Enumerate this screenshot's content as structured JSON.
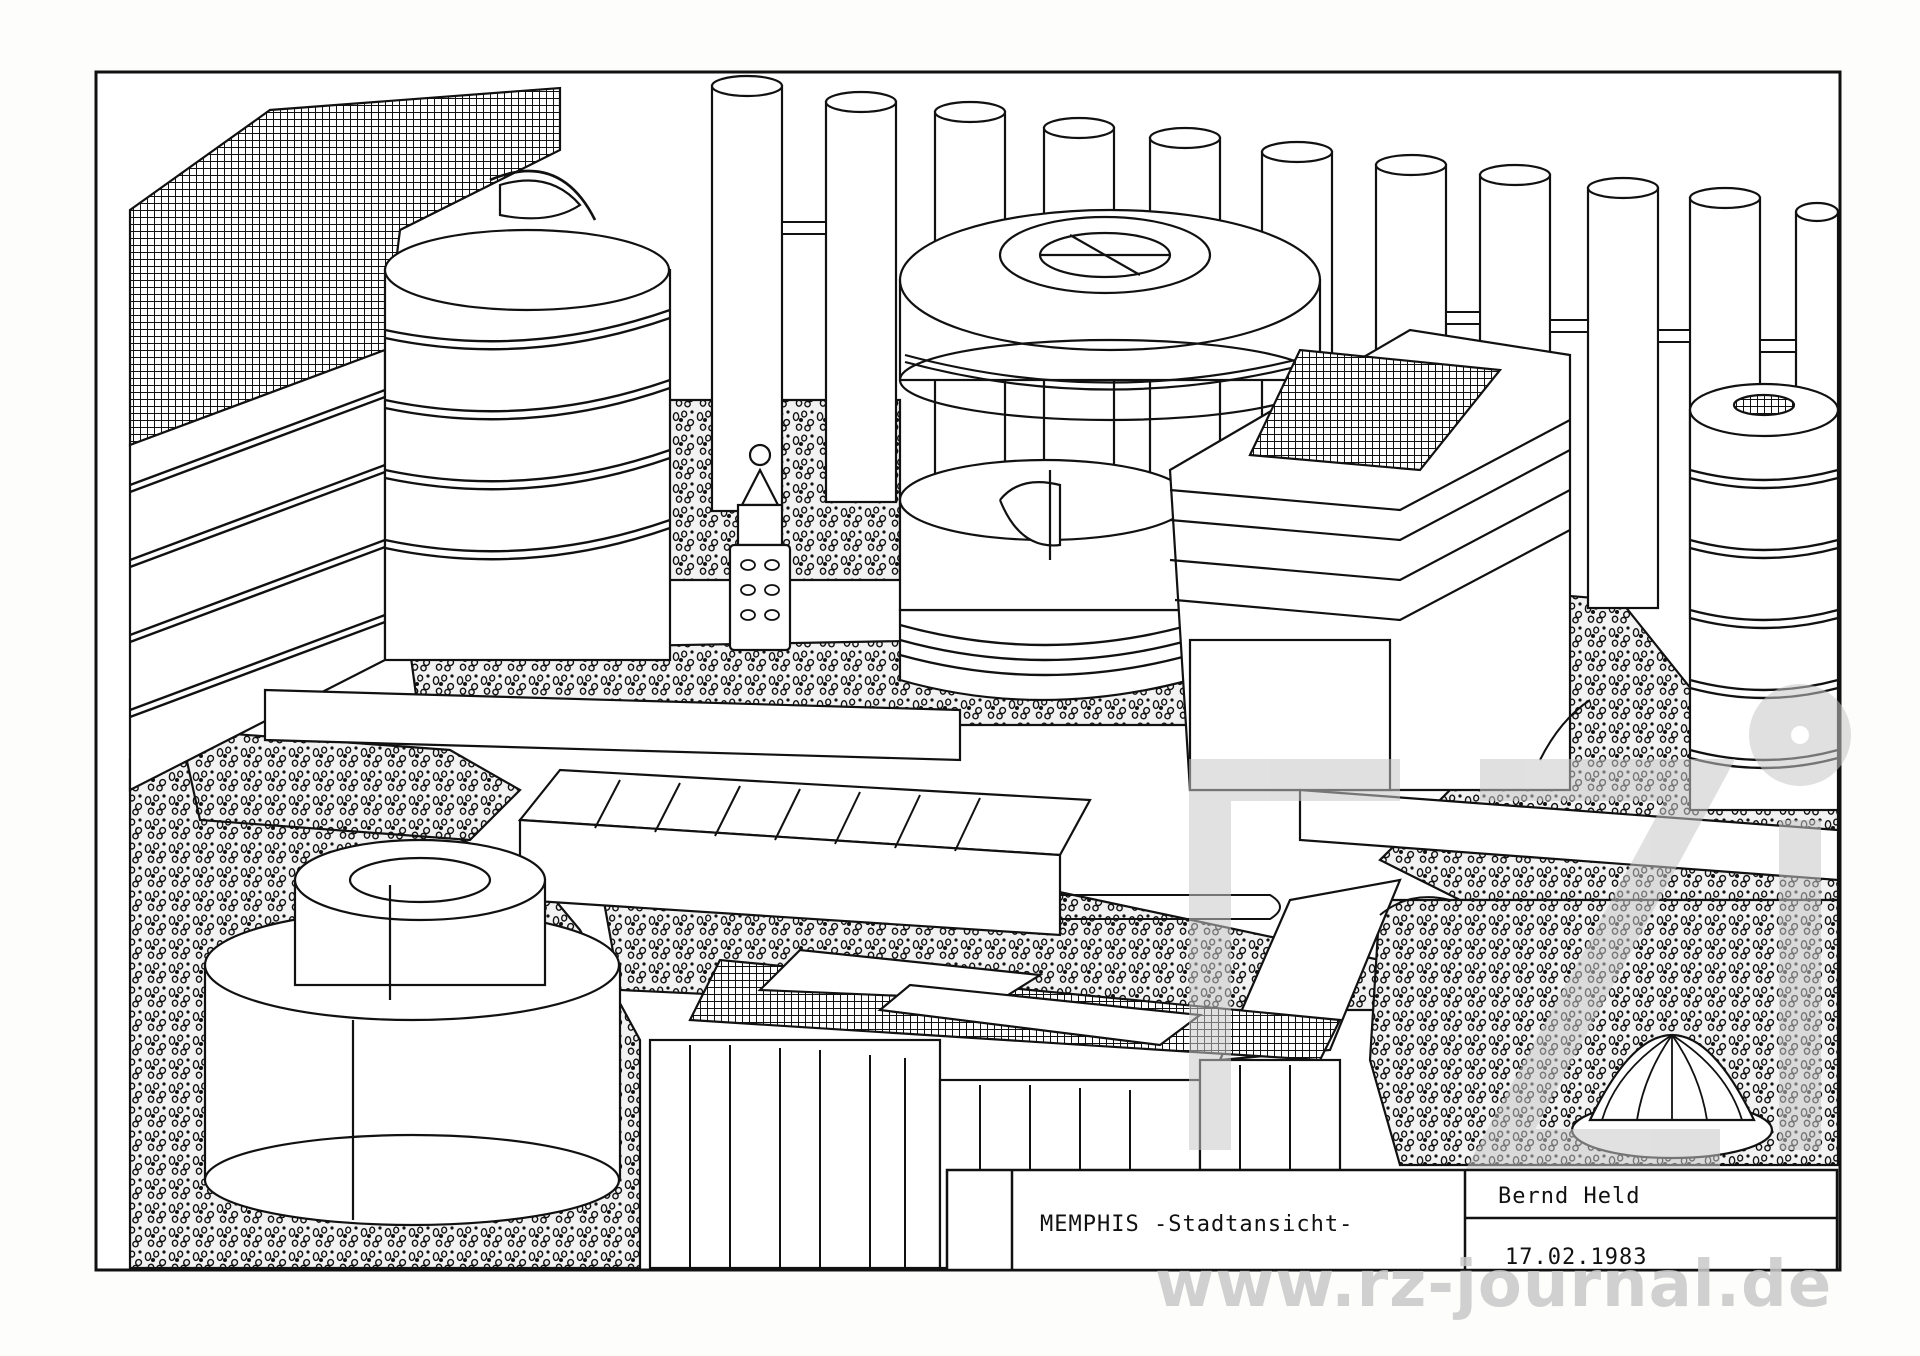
{
  "drawing": {
    "title_block": {
      "project": "MEMPHIS  -Stadtansicht-",
      "author": "Bernd Held",
      "date": "17.02.1983"
    },
    "watermark": {
      "logo_text": "rz",
      "url": "www.rz-journal.de",
      "color": "#c8c8c8"
    },
    "ink_color": "#111111",
    "paper_color": "#fdfdfb"
  }
}
